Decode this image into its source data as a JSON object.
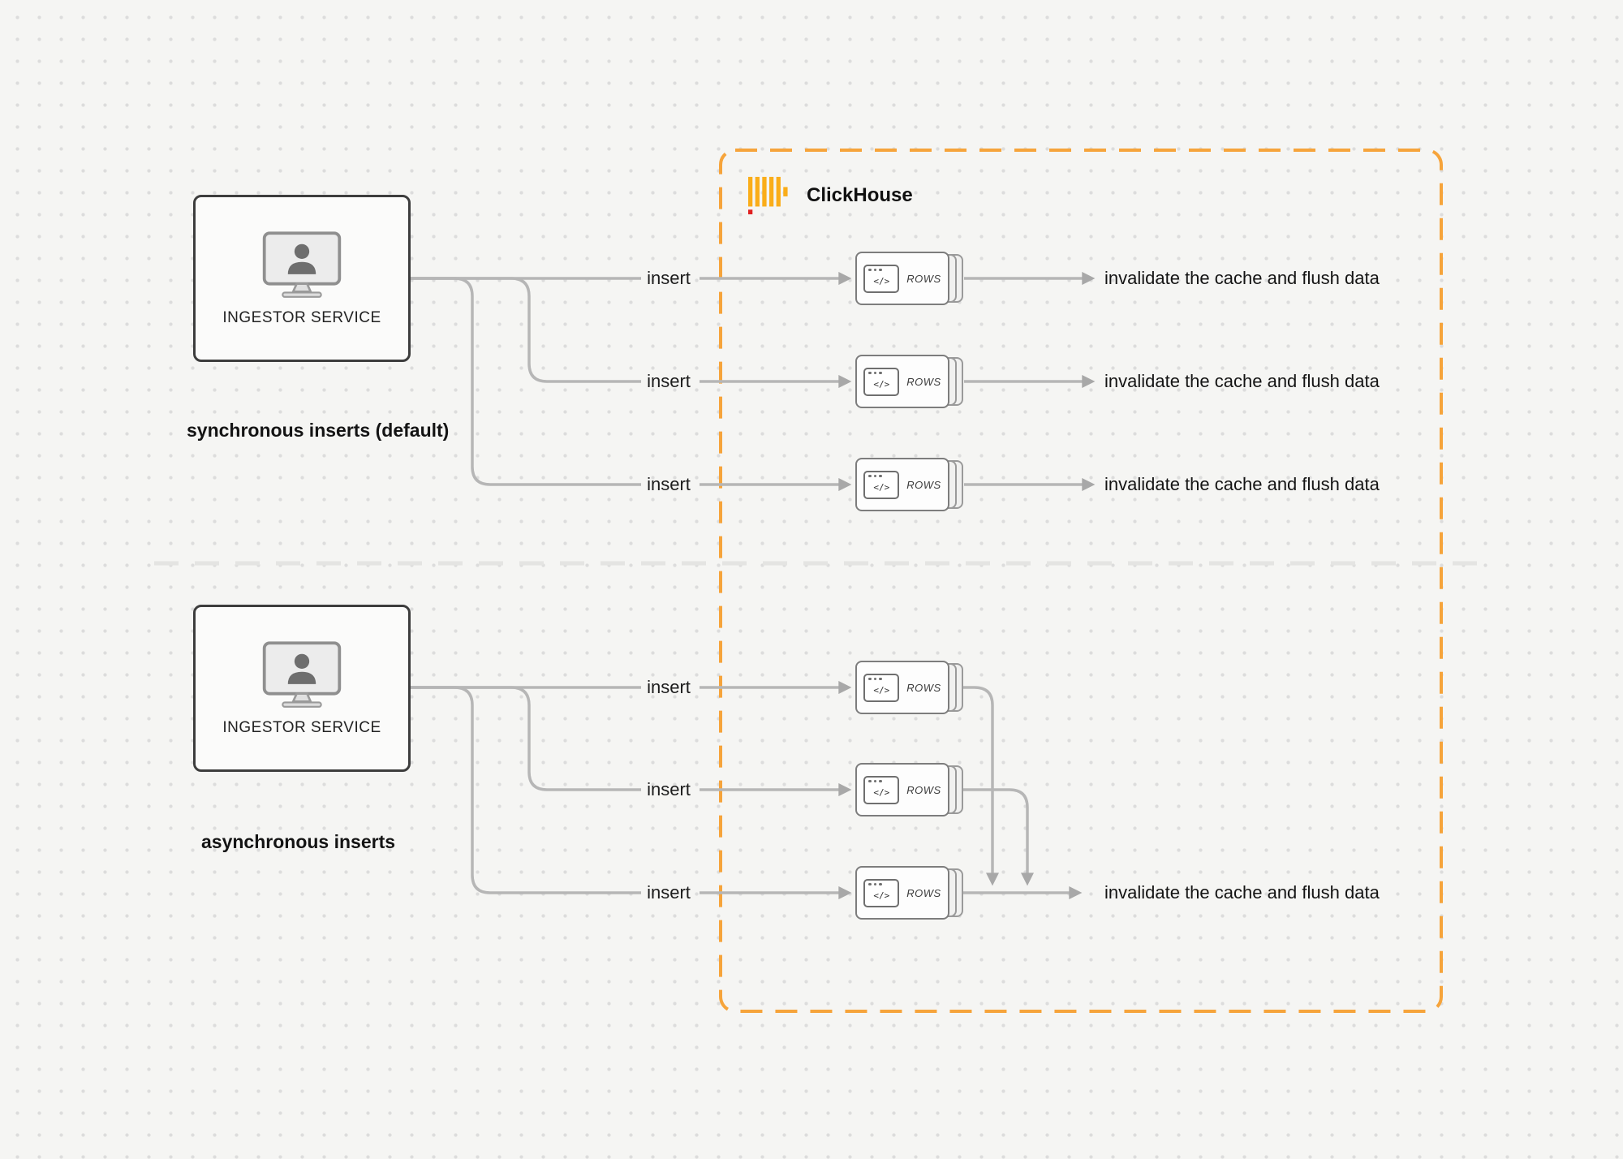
{
  "clickhouse_box": {
    "label": "ClickHouse",
    "logo_icon": "clickhouse-logo-icon",
    "border_color": "#F6A43B",
    "logo_yellow": "#FAAD19",
    "logo_red": "#E02020"
  },
  "rows_card": {
    "label": "ROWS",
    "glyph": "</>",
    "icon": "code-window-icon"
  },
  "sync_section": {
    "caption": "synchronous inserts (default)",
    "service": {
      "label": "INGESTOR SERVICE",
      "icon": "monitor-user-icon"
    },
    "flows": [
      {
        "insert_label": "insert",
        "result_label": "invalidate the cache and flush data"
      },
      {
        "insert_label": "insert",
        "result_label": "invalidate the cache and flush data"
      },
      {
        "insert_label": "insert",
        "result_label": "invalidate the cache and flush data"
      }
    ]
  },
  "async_section": {
    "caption": "asynchronous inserts",
    "service": {
      "label": "INGESTOR SERVICE",
      "icon": "monitor-user-icon"
    },
    "flows": [
      {
        "insert_label": "insert"
      },
      {
        "insert_label": "insert"
      },
      {
        "insert_label": "insert"
      }
    ],
    "result_label": "invalidate the cache and flush data"
  },
  "colors": {
    "connector": "#B6B6B6",
    "background": "#F5F5F3",
    "divider": "#E4E4E2"
  }
}
